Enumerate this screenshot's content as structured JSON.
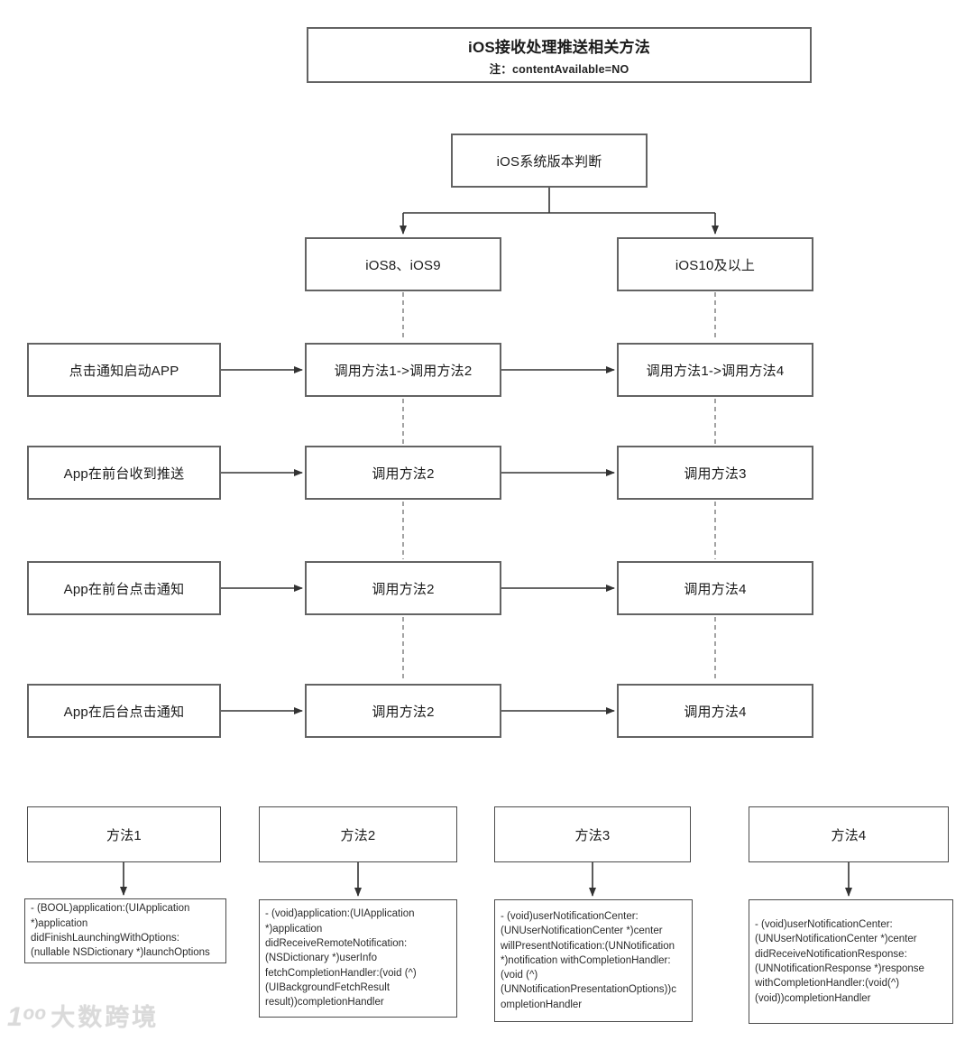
{
  "diagram": {
    "title_box": {
      "title": "iOS接收处理推送相关方法",
      "note": "注：contentAvailable=NO"
    },
    "decision": {
      "label": "iOS系统版本判断"
    },
    "branches": {
      "ios8_9": "iOS8、iOS9",
      "ios10_plus": "iOS10及以上"
    },
    "rows": [
      {
        "scenario": "点击通知启动APP",
        "ios8_9": "调用方法1->调用方法2",
        "ios10_plus": "调用方法1->调用方法4"
      },
      {
        "scenario": "App在前台收到推送",
        "ios8_9": "调用方法2",
        "ios10_plus": "调用方法3"
      },
      {
        "scenario": "App在前台点击通知",
        "ios8_9": "调用方法2",
        "ios10_plus": "调用方法4"
      },
      {
        "scenario": "App在后台点击通知",
        "ios8_9": "调用方法2",
        "ios10_plus": "调用方法4"
      }
    ],
    "methods": [
      {
        "name": "方法1",
        "signature": "- (BOOL)application:(UIApplication\n*)application\ndidFinishLaunchingWithOptions:\n(nullable NSDictionary *)launchOptions"
      },
      {
        "name": "方法2",
        "signature": "- (void)application:(UIApplication\n*)application\ndidReceiveRemoteNotification:\n(NSDictionary *)userInfo\nfetchCompletionHandler:(void (^)\n(UIBackgroundFetchResult\nresult))completionHandler"
      },
      {
        "name": "方法3",
        "signature": "- (void)userNotificationCenter:\n(UNUserNotificationCenter *)center\nwillPresentNotification:(UNNotification\n*)notification withCompletionHandler:\n(void (^)\n(UNNotificationPresentationOptions))c\nompletionHandler"
      },
      {
        "name": "方法4",
        "signature": "- (void)userNotificationCenter:\n(UNUserNotificationCenter *)center\ndidReceiveNotificationResponse:\n(UNNotificationResponse *)response\nwithCompletionHandler:(void(^)\n(void))completionHandler"
      }
    ],
    "colors": {
      "box_border": "#636363",
      "arrow": "#333333",
      "dashed_line": "#8c8c8c",
      "watermark": "#dadada"
    },
    "watermark": {
      "logo": "1ᵒᵒ",
      "text": "大数跨境"
    }
  }
}
